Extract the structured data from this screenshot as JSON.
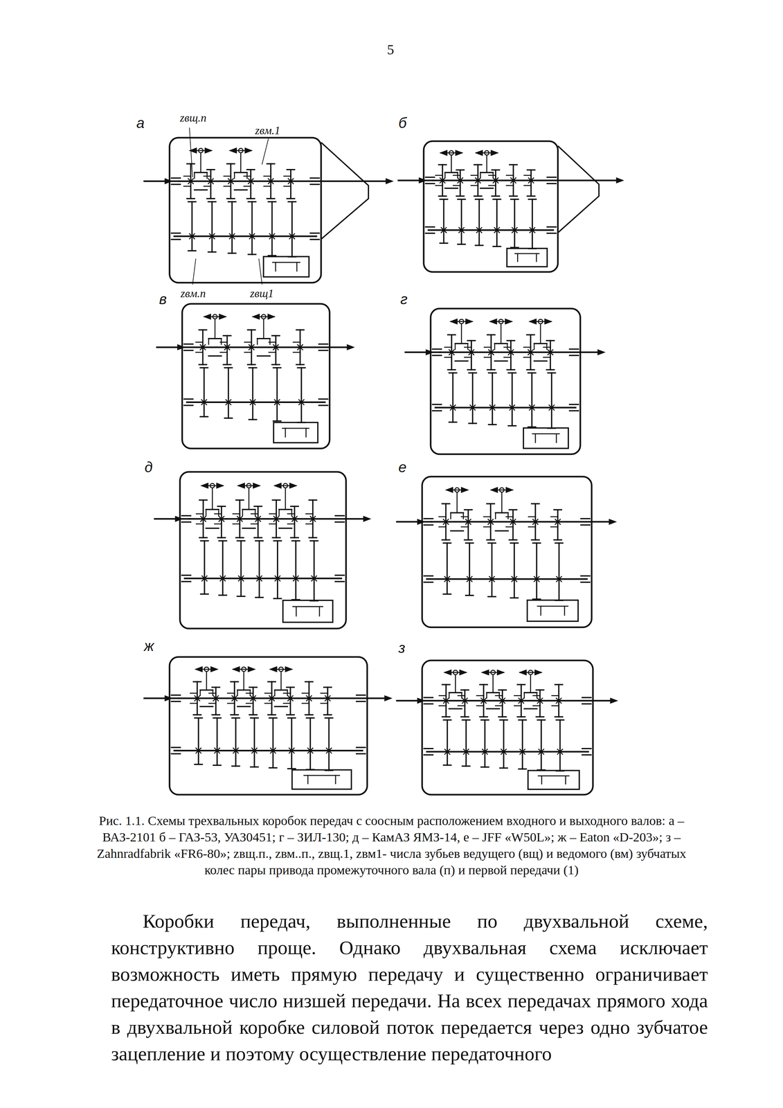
{
  "diagram": {
    "caption": "Рис. 1.1. Схемы трехвальных коробок передач с соосным расположением входного и выходного валов: а – ВАЗ-2101 б – ГАЗ-53, УАЗ0451; г – ЗИЛ-130; д – КамАЗ ЯМЗ-14, е – JFF «W50L»; ж – Eaton «D-203»; з – Zahnradfabrik «FR6-80»; zвщ.п., zвм..п., zвщ.1, zвм1- числа зубьев ведущего (вщ) и ведомого (вм) зубчатых колес пары привода промежуточного вала (п) и первой передачи (1)",
    "labels": [
      "5",
      "а",
      "zвщ.п",
      "zвм.1",
      "zвм.п",
      "zвщ1",
      "б",
      "в",
      "г",
      "д",
      "е",
      "ж",
      "з",
      "Коробки передач, выполненные по двухвальной схеме, конструктивно проще. Однако двухвальная схема исключает возможность иметь прямую передачу и существенно ограничивает передаточное число низшей передачи. На всех передачах прямого хода в двухвальной коробке силовой поток передается через одно зубчатое зацепление и поэтому осуществление передаточного"
    ]
  }
}
